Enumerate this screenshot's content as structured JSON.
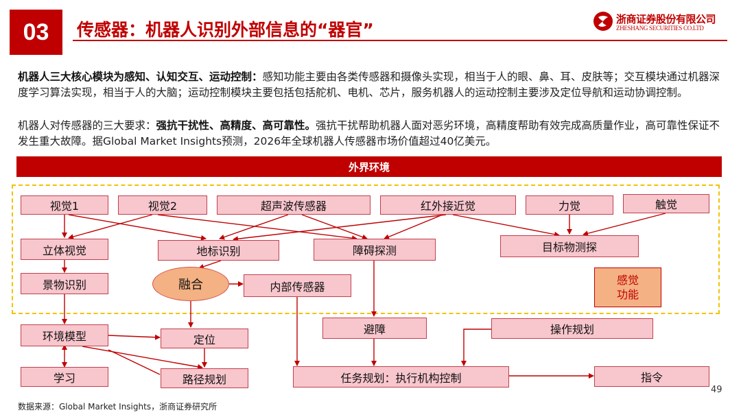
{
  "header": {
    "section_number": "03",
    "title": "传感器：机器人识别外部信息的“器官”",
    "logo_cn": "浙商证券股份有限公司",
    "logo_en": "ZHESHANG SECURITIES CO.LTD"
  },
  "paragraphs": {
    "p1_bold": "机器人三大核心模块为感知、认知交互、运动控制：",
    "p1_text": "感知功能主要由各类传感器和摄像头实现，相当于人的眼、鼻、耳、皮肤等；交互模块通过机器深度学习算法实现，相当于人的大脑；运动控制模块主要包括包括舵机、电机、芯片，服务机器人的运动控制主要涉及定位导航和运动协调控制。",
    "p2_pre": "机器人对传感器的三大要求：",
    "p2_bold": "强抗干扰性、高精度、高可靠性。",
    "p2_text": "强抗干扰帮助机器人面对恶劣环境，高精度帮助有效完成高质量作业，高可靠性保证不发生重大故障。据Global Market Insights预测，2026年全球机器人传感器市场价值超过40亿美元。"
  },
  "diagram": {
    "environment": "外界环境",
    "nodes": {
      "vision1": "视觉1",
      "vision2": "视觉2",
      "ultrasonic": "超声波传感器",
      "infrared": "红外接近觉",
      "force": "力觉",
      "touch": "触觉",
      "stereo": "立体视觉",
      "landmark": "地标识别",
      "obstacle_detect": "障碍探测",
      "target_detect": "目标物测探",
      "scene": "景物识别",
      "fusion": "融合",
      "internal_sensor": "内部传感器",
      "env_model": "环境模型",
      "locate": "定位",
      "avoid": "避障",
      "op_plan": "操作规划",
      "learn": "学习",
      "path_plan": "路径规划",
      "task_plan": "任务规划：执行机构控制",
      "command": "指令"
    },
    "sense_function": {
      "line1": "感觉",
      "line2": "功能"
    }
  },
  "footer": {
    "source": "数据来源：Global Market Insights，浙商证券研究所",
    "page_number": "49"
  },
  "colors": {
    "brand_red": "#c00000",
    "node_fill": "#f8c6cd",
    "fusion_fill": "#f4b183",
    "dash_border": "#f2c200"
  }
}
